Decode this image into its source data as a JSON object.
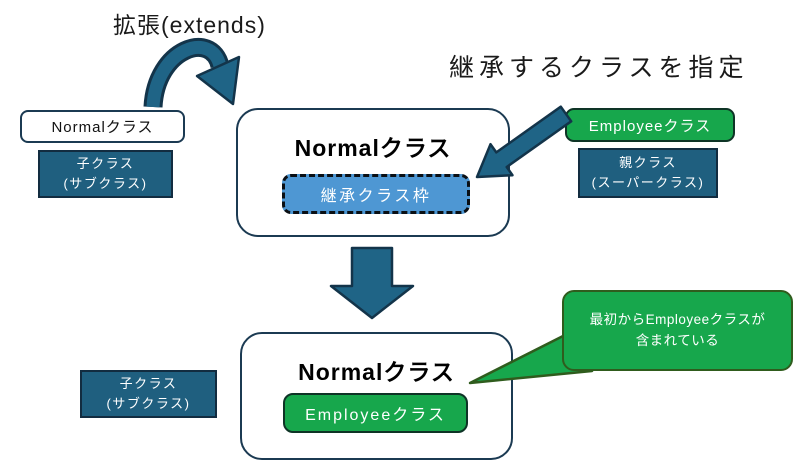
{
  "labels": {
    "extends": "拡張(extends)",
    "specify": "継承するクラスを指定"
  },
  "top_left": {
    "normal_chip": "Normalクラス",
    "child_line1": "子クラス",
    "child_line2": "(サブクラス)"
  },
  "center_top": {
    "title": "Normalクラス",
    "slot": "継承クラス枠"
  },
  "right": {
    "employee_box": "Employeeクラス",
    "parent_line1": "親クラス",
    "parent_line2": "(スーパークラス)"
  },
  "center_bottom": {
    "title": "Normalクラス",
    "employee_box": "Employeeクラス"
  },
  "bottom_left": {
    "child_line1": "子クラス",
    "child_line2": "(サブクラス)"
  },
  "callout": {
    "line1": "最初からEmployeeクラスが",
    "line2": "含まれている"
  },
  "icons": {
    "curved_arrow": "curved-extends-arrow",
    "diagonal_arrow": "specify-class-arrow",
    "down_arrow": "transform-down-arrow",
    "callout_tail": "callout-tail"
  },
  "colors": {
    "teal_fill": "#1f5f7f",
    "navy_border": "#1b3a52",
    "arrow_fill": "#1f6486",
    "arrow_outline": "#13344a",
    "blue_slot_fill": "#4e97d3",
    "green_fill": "#17a74c",
    "green_box_border": "#0e3426",
    "callout_border": "#2f5c1d",
    "background": "#ffffff"
  }
}
